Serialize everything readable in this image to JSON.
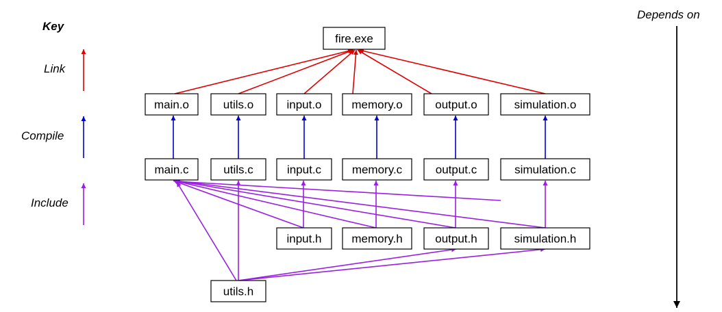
{
  "key": {
    "title": "Key",
    "items": [
      {
        "label": "Link",
        "color": "#e00000"
      },
      {
        "label": "Compile",
        "color": "#0000cc"
      },
      {
        "label": "Include",
        "color": "#9a1ee6"
      }
    ]
  },
  "axis": {
    "label": "Depends on",
    "color": "#000000"
  },
  "nodes": {
    "fire_exe": "fire.exe",
    "main_o": "main.o",
    "utils_o": "utils.o",
    "input_o": "input.o",
    "memory_o": "memory.o",
    "output_o": "output.o",
    "simulation_o": "simulation.o",
    "main_c": "main.c",
    "utils_c": "utils.c",
    "input_c": "input.c",
    "memory_c": "memory.c",
    "output_c": "output.c",
    "simulation_c": "simulation.c",
    "input_h": "input.h",
    "memory_h": "memory.h",
    "output_h": "output.h",
    "simulation_h": "simulation.h",
    "utils_h": "utils.h"
  },
  "edges": [
    {
      "from": "main_o",
      "to": "fire_exe",
      "type": "link"
    },
    {
      "from": "utils_o",
      "to": "fire_exe",
      "type": "link"
    },
    {
      "from": "input_o",
      "to": "fire_exe",
      "type": "link"
    },
    {
      "from": "memory_o",
      "to": "fire_exe",
      "type": "link"
    },
    {
      "from": "output_o",
      "to": "fire_exe",
      "type": "link"
    },
    {
      "from": "simulation_o",
      "to": "fire_exe",
      "type": "link"
    },
    {
      "from": "main_c",
      "to": "main_o",
      "type": "compile"
    },
    {
      "from": "utils_c",
      "to": "utils_o",
      "type": "compile"
    },
    {
      "from": "input_c",
      "to": "input_o",
      "type": "compile"
    },
    {
      "from": "memory_c",
      "to": "memory_o",
      "type": "compile"
    },
    {
      "from": "output_c",
      "to": "output_o",
      "type": "compile"
    },
    {
      "from": "simulation_c",
      "to": "simulation_o",
      "type": "compile"
    },
    {
      "from": "input_h",
      "to": "main_c",
      "type": "include"
    },
    {
      "from": "memory_h",
      "to": "main_c",
      "type": "include"
    },
    {
      "from": "output_h",
      "to": "main_c",
      "type": "include"
    },
    {
      "from": "simulation_h",
      "to": "main_c",
      "type": "include"
    },
    {
      "from": "utils_h",
      "to": "main_c",
      "type": "include"
    },
    {
      "from": "input_h",
      "to": "input_c",
      "type": "include"
    },
    {
      "from": "memory_h",
      "to": "memory_c",
      "type": "include"
    },
    {
      "from": "output_h",
      "to": "output_c",
      "type": "include"
    },
    {
      "from": "simulation_h",
      "to": "simulation_c",
      "type": "include"
    },
    {
      "from": "utils_h",
      "to": "utils_c",
      "type": "include"
    },
    {
      "from": "simulation_c",
      "to": "main_c",
      "type": "include"
    },
    {
      "from": "utils_h",
      "to": "output_h",
      "type": "include"
    },
    {
      "from": "utils_h",
      "to": "simulation_h",
      "type": "include"
    }
  ]
}
